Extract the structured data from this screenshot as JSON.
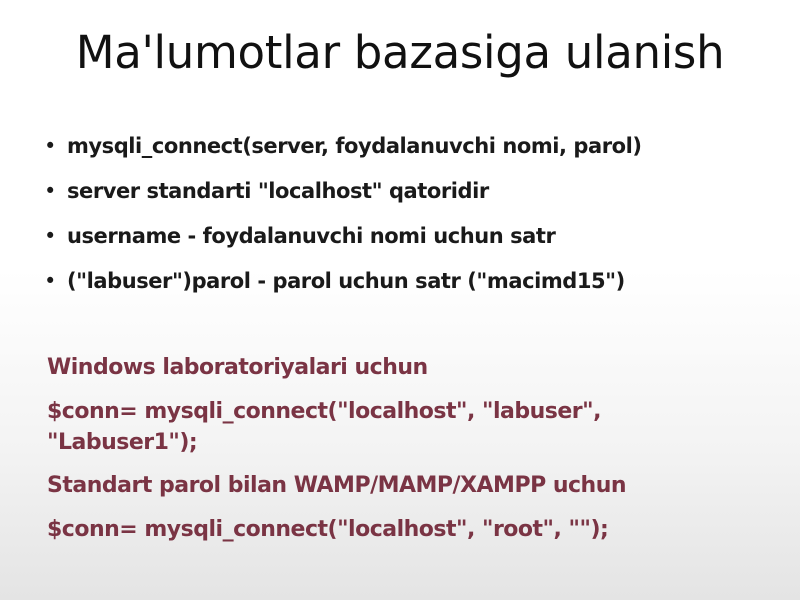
{
  "slide": {
    "title": "Ma'lumotlar bazasiga ulanish",
    "bullet_symbol": "•",
    "bullets": [
      "mysqli_connect(server, foydalanuvchi nomi, parol)",
      "server standarti \"localhost\" qatoridir",
      "username - foydalanuvchi nomi uchun satr",
      " (\"labuser\")parol - parol uchun satr (\"macimd15\")"
    ],
    "highlight_color": "#7a3444",
    "examples": {
      "windows_heading": "Windows laboratoriyalari uchun",
      "windows_code_line1": "$conn= mysqli_connect(\"localhost\", \"labuser\",",
      "windows_code_line2": "\"Labuser1\");",
      "wamp_heading": "Standart parol bilan WAMP/MAMP/XAMPP uchun",
      "wamp_code": "$conn= mysqli_connect(\"localhost\", \"root\", \"\");"
    }
  }
}
